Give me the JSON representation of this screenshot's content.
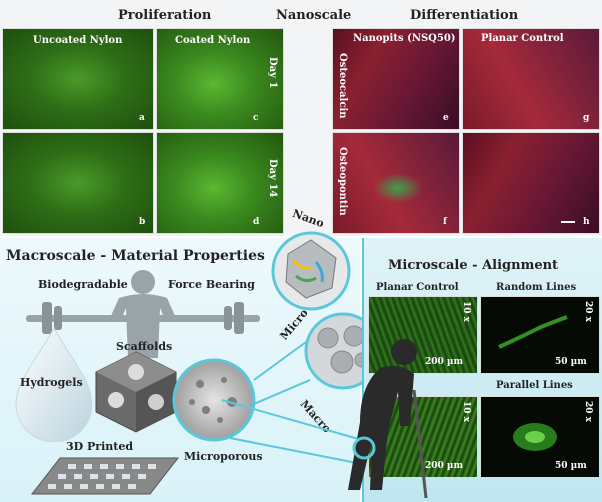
{
  "top": {
    "proliferation": "Proliferation",
    "nanoscale": "Nanoscale",
    "differentiation": "Differentiation",
    "uncoated": "Uncoated Nylon",
    "coated": "Coated Nylon",
    "day1": "Day 1",
    "day14": "Day 14",
    "nanopits": "Nanopits (NSQ50)",
    "planar": "Planar Control",
    "osteocalcin": "Osteocalcin",
    "osteopontin": "Osteopontin",
    "letters": {
      "a": "a",
      "b": "b",
      "c": "c",
      "d": "d",
      "e": "e",
      "f": "f",
      "g": "g",
      "h": "h"
    }
  },
  "macro": {
    "title": "Macroscale - Material Properties",
    "biodegradable": "Biodegradable",
    "force": "Force Bearing",
    "scaffolds": "Scaffolds",
    "hydrogels": "Hydrogels",
    "printed": "3D Printed",
    "microporous": "Microporous"
  },
  "scales": {
    "nano": "Nano",
    "micro": "Micro",
    "macro": "Macro"
  },
  "micro": {
    "title": "Microscale - Alignment",
    "planar": "Planar Control",
    "random": "Random Lines",
    "parallel": "Parallel Lines",
    "mag10": "10 x",
    "mag20": "20 x",
    "bar200": "200 µm",
    "bar50": "50 µm"
  },
  "colors": {
    "accent": "#5ac8dc",
    "green": "#3a8a1e",
    "red": "#8a2030"
  }
}
